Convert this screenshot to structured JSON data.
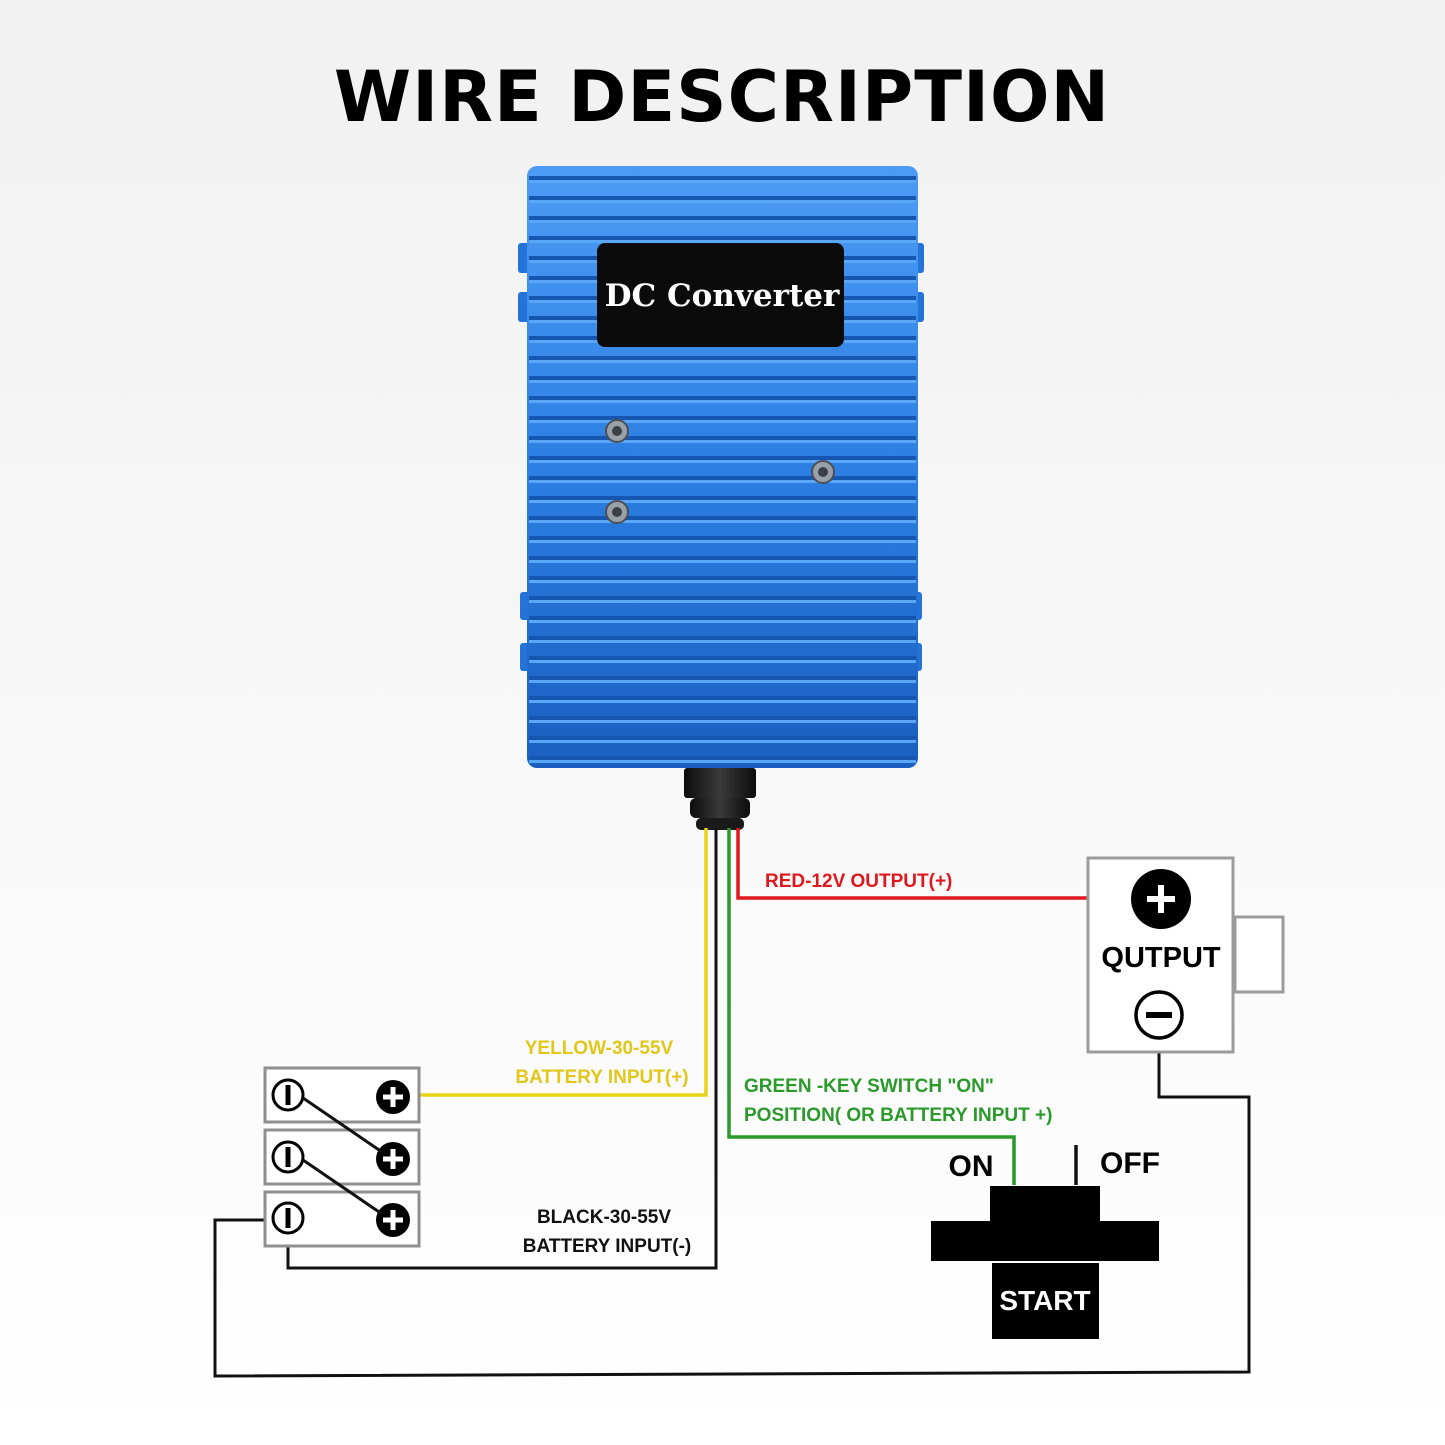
{
  "title": "WIRE DESCRIPTION",
  "device": {
    "label": "DC Converter",
    "body_color": "#2d7fe3",
    "plate_color": "#0b0b0b"
  },
  "wires": {
    "red": {
      "label": "RED-12V OUTPUT(+)",
      "color": "#e0181d"
    },
    "yellow": {
      "label_line1": "YELLOW-30-55V",
      "label_line2": "BATTERY INPUT(+)",
      "color": "#e8d316"
    },
    "green": {
      "label_line1": "GREEN -KEY SWITCH \"ON\"",
      "label_line2": "POSITION( OR BATTERY INPUT +)",
      "color": "#2a9a2a"
    },
    "black": {
      "label_line1": "BLACK-30-55V",
      "label_line2": "BATTERY INPUT(-)",
      "color": "#111111"
    }
  },
  "output_terminal": {
    "label": "QUTPUT",
    "plus_icon": "plus-circle-icon",
    "minus_icon": "minus-circle-icon"
  },
  "key_switch": {
    "on_label": "ON",
    "off_label": "OFF",
    "start_label": "START"
  },
  "batteries": {
    "count": 3,
    "icons": [
      "minus-terminal-icon",
      "plus-terminal-icon"
    ]
  }
}
